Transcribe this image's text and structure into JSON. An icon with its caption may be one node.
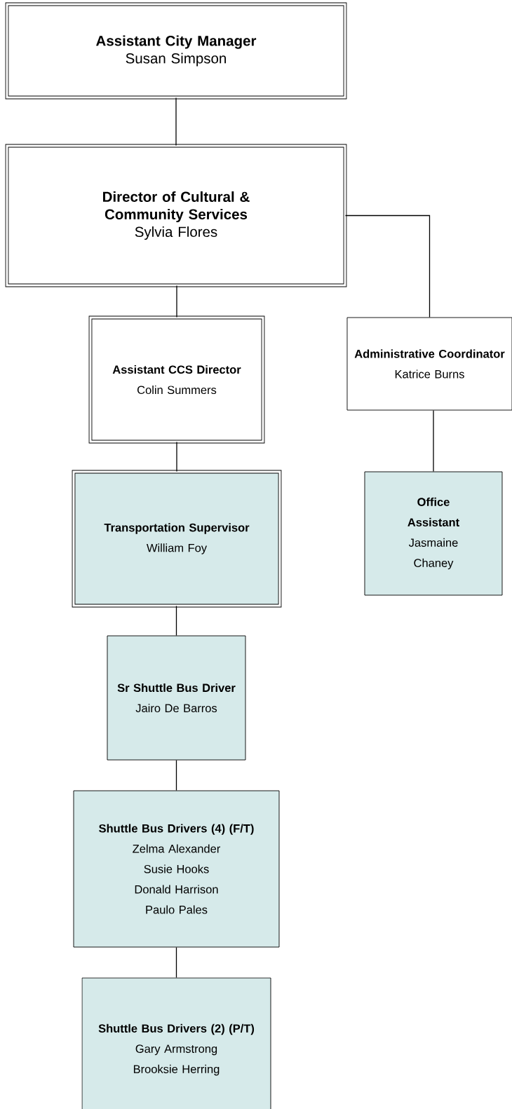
{
  "diagram": {
    "nodes": [
      {
        "text": [
          "Assistant City Manager",
          "Susan Simpson"
        ]
      },
      {
        "text": [
          "Director of Cultural & Community Services",
          "Sylvia Flores"
        ]
      },
      {
        "text": [
          "Assistant CCS Director",
          "Colin Summers"
        ]
      },
      {
        "text": [
          "Administrative Coordinator",
          "Katrice Burns"
        ]
      },
      {
        "text": [
          "Transportation Supervisor",
          "William Foy"
        ]
      },
      {
        "text": [
          "Office Assistant",
          "Jasmaine Chaney"
        ]
      },
      {
        "text": [
          "Sr Shuttle Bus Driver",
          "Jairo De Barros"
        ]
      },
      {
        "text": [
          "Shuttle Bus Drivers (4) (F/T)",
          "Zelma Alexander",
          "Susie Hooks",
          "Donald Harrison",
          "Paulo Pales"
        ]
      },
      {
        "text": [
          "Shuttle Bus Drivers (2) (P/T)",
          "Gary Armstrong",
          "Brooksie Herring"
        ]
      }
    ],
    "edges": [
      {
        "from": 0,
        "to": 1,
        "arrow": "none"
      },
      {
        "from": 1,
        "to": 2,
        "arrow": "none"
      },
      {
        "from": 1,
        "to": 3,
        "arrow": "none"
      },
      {
        "from": 2,
        "to": 4,
        "arrow": "none"
      },
      {
        "from": 3,
        "to": 5,
        "arrow": "none"
      },
      {
        "from": 4,
        "to": 6,
        "arrow": "none"
      },
      {
        "from": 6,
        "to": 7,
        "arrow": "none"
      },
      {
        "from": 7,
        "to": 8,
        "arrow": "none"
      }
    ]
  }
}
